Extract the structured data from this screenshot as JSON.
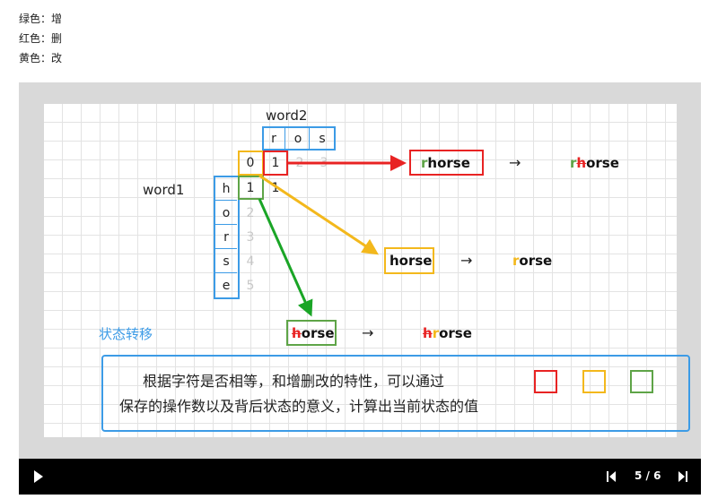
{
  "legend": {
    "green": "绿色：增",
    "red": "红色：删",
    "yellow": "黄色：改"
  },
  "slide": {
    "word2_label": "word2",
    "word1_label": "word1",
    "word2_chars": [
      "r",
      "o",
      "s"
    ],
    "word1_chars": [
      "h",
      "o",
      "r",
      "s",
      "e"
    ],
    "row0_values": [
      "0",
      "1",
      "2",
      "3"
    ],
    "row1_values": [
      "1",
      "1"
    ],
    "col0_values": [
      "2",
      "3",
      "4",
      "5"
    ],
    "state_transfer_title": "状态转移",
    "results": {
      "top_boxed": "rhorse",
      "top_arrow": "→",
      "top_result_r": "r",
      "top_result_h": "h",
      "top_result_rest": "orse",
      "mid_boxed": "horse",
      "mid_arrow": "→",
      "mid_result_r": "r",
      "mid_result_rest": "orse",
      "bottom_boxed_h": "h",
      "bottom_boxed_rest": "orse",
      "bottom_arrow": "→",
      "bottom_result_h": "h",
      "bottom_result_r": "r",
      "bottom_result_rest": "orse"
    },
    "note": {
      "line1": "根据字符是否相等，和增删改的特性，可以通过",
      "line2": "保存的操作数以及背后状态的意义，计算出当前状态的值"
    },
    "colors": {
      "red": "#e82323",
      "yellow": "#f3b81c",
      "green": "#5ea447",
      "blue": "#3c9be6",
      "arrow_green": "#1aa526"
    }
  },
  "player": {
    "page_indicator": "5 / 6"
  }
}
